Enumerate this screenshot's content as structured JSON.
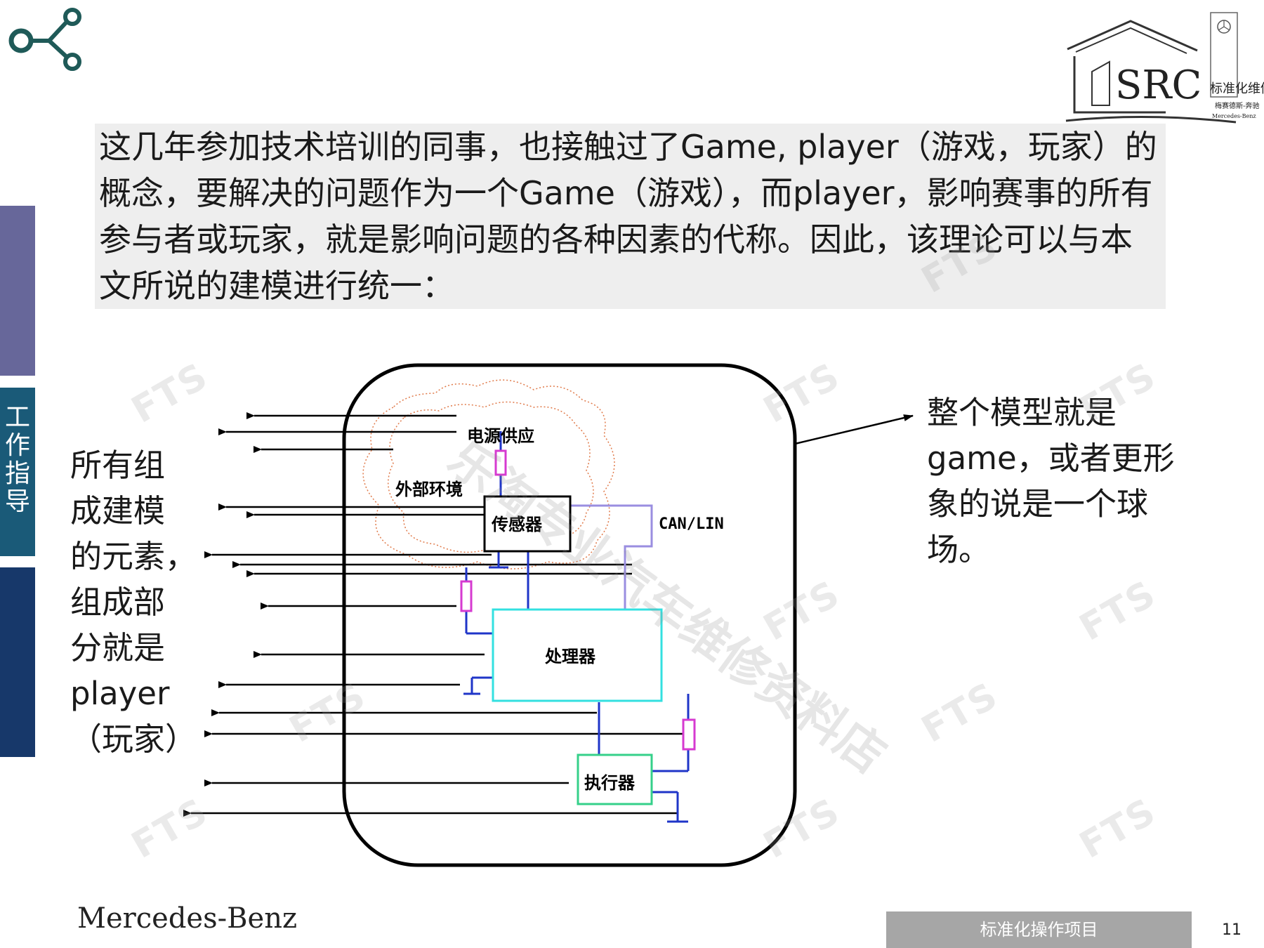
{
  "intro_text": "这几年参加技术培训的同事，也接触过了Game, player（游戏，玩家）的概念，要解决的问题作为一个Game（游戏），而player，影响赛事的所有参与者或玩家，就是影响问题的各种因素的代称。因此，该理论可以与本文所说的建模进行统一：",
  "sidebar_label": "工作指导",
  "left_annotation": [
    "所有组",
    "成建模",
    "的元素，",
    "组成部",
    "分就是",
    "player",
    "（玩家）"
  ],
  "right_annotation": [
    "整个模型就是",
    "game，或者更形",
    "象的说是一个球",
    "场。"
  ],
  "diagram": {
    "power_supply": "电源供应",
    "environment": "外部环境",
    "sensor": "传感器",
    "bus": "CAN/LIN",
    "processor": "处理器",
    "actuator": "执行器"
  },
  "logo": {
    "main": "SRC",
    "sub1": "标准化维修",
    "sub2": "梅赛德斯-奔驰",
    "sub3": "Mercedes-Benz"
  },
  "brand": "Mercedes-Benz",
  "footer_label": "标准化操作项目",
  "page_number": "11",
  "watermark": "FTS",
  "watermark_store": "乐淘专业汽车维修资料店",
  "colors": {
    "teal_icon": "#1f5a58",
    "sidebar_1": "#67679a",
    "sidebar_2": "#1a5a78",
    "sidebar_3": "#17386a",
    "diagram_blue": "#1f35c8",
    "resistor_magenta": "#d63ad0",
    "bus_lavender": "#9a8ee0",
    "processor_cyan": "#33e0e0",
    "actuator_green": "#35d08a",
    "cloud_orange": "#e07a4a"
  }
}
